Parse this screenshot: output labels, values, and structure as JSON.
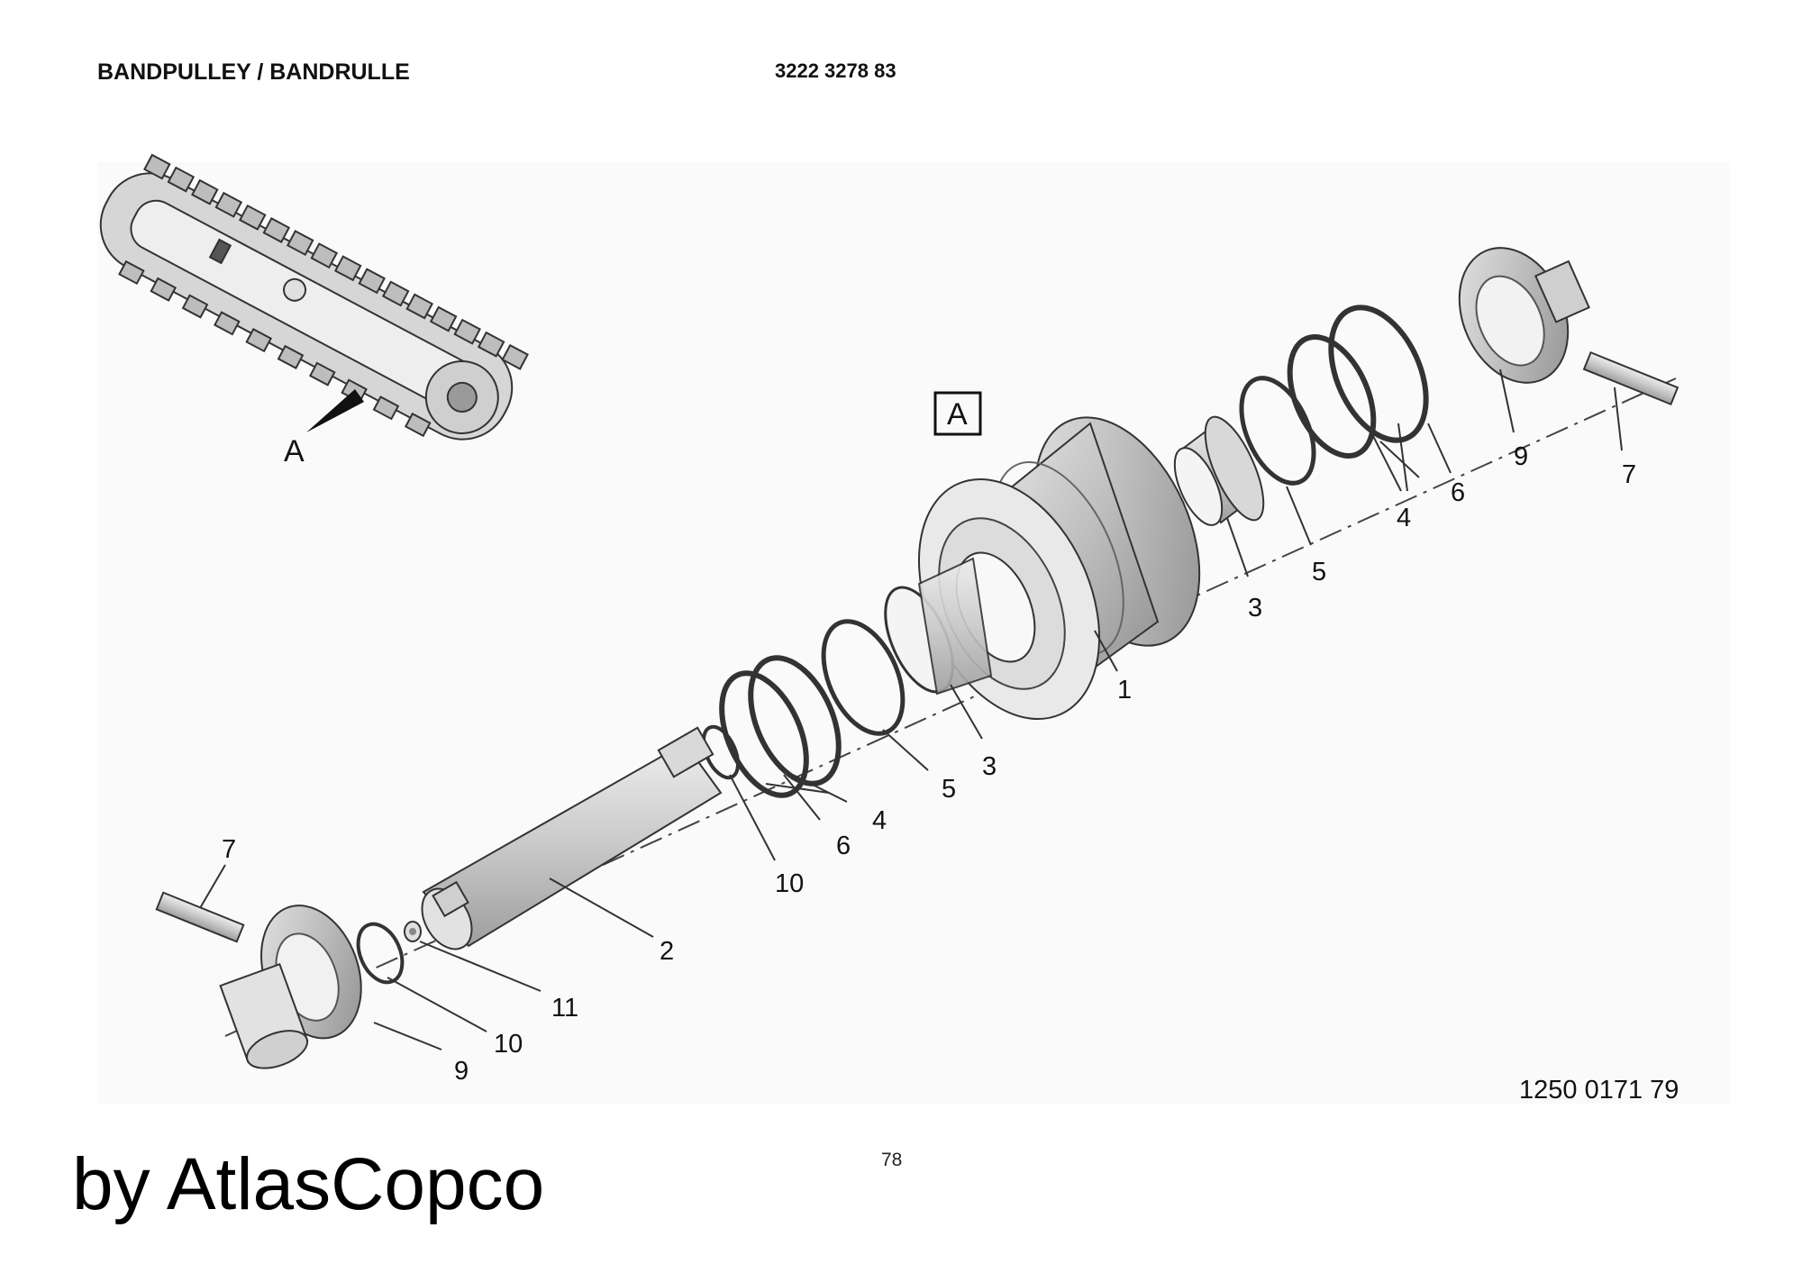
{
  "header": {
    "title": "BANDPULLEY / BANDRULLE",
    "part_number": "3222 3278 83"
  },
  "diagram": {
    "view_label": "A",
    "overview_arrow_label": "A",
    "callouts": {
      "c1": "1",
      "c2": "2",
      "c3_right": "3",
      "c3_left": "3",
      "c4_right": "4",
      "c4_left": "4",
      "c5_right": "5",
      "c5_left": "5",
      "c6_right": "6",
      "c6_left": "6",
      "c7_right": "7",
      "c7_left": "7",
      "c9_right": "9",
      "c9_left": "9",
      "c10_upper": "10",
      "c10_lower": "10",
      "c11": "11"
    },
    "drawing_number": "1250 0171 79"
  },
  "footer": {
    "page_number": "78",
    "brand": "by AtlasCopco"
  }
}
